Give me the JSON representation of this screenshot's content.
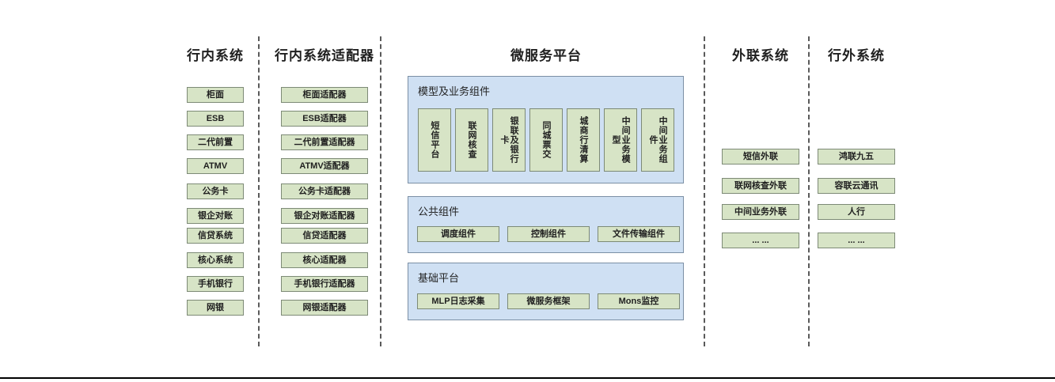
{
  "colors": {
    "node_fill": "#d7e4c6",
    "node_border": "#7d8a76",
    "panel_fill": "#cfe0f3",
    "panel_border": "#7b8fa5",
    "divider": "#5a5a5a",
    "text": "#1f1f1f"
  },
  "columns": [
    {
      "id": "in-bank-systems",
      "title": "行内系统",
      "items": [
        "柜面",
        "ESB",
        "二代前置",
        "ATMV",
        "公务卡",
        "银企对账",
        "信贷系统",
        "核心系统",
        "手机银行",
        "网银"
      ]
    },
    {
      "id": "in-bank-adapters",
      "title": "行内系统适配器",
      "items": [
        "柜面适配器",
        "ESB适配器",
        "二代前置适配器",
        "ATMV适配器",
        "公务卡适配器",
        "银企对账适配器",
        "信贷适配器",
        "核心适配器",
        "手机银行适配器",
        "网银适配器"
      ]
    },
    {
      "id": "microservice-platform",
      "title": "微服务平台"
    },
    {
      "id": "external-link-systems",
      "title": "外联系统",
      "items": [
        "短信外联",
        "联网核查外联",
        "中间业务外联",
        "... ..."
      ]
    },
    {
      "id": "outside-bank-systems",
      "title": "行外系统",
      "items": [
        "鸿联九五",
        "容联云通讯",
        "人行",
        "... ..."
      ]
    }
  ],
  "platform": {
    "panels": [
      {
        "id": "model-business-components",
        "title": "模型及业务组件",
        "orientation": "vertical",
        "items": [
          "短信平台",
          "联网核查",
          "银联及银行卡",
          "同城票交",
          "城商行清算",
          "中间业务模型",
          "中间业务组件"
        ]
      },
      {
        "id": "public-components",
        "title": "公共组件",
        "orientation": "horizontal",
        "items": [
          "调度组件",
          "控制组件",
          "文件传输组件"
        ]
      },
      {
        "id": "base-platform",
        "title": "基础平台",
        "orientation": "horizontal",
        "items": [
          "MLP日志采集",
          "微服务框架",
          "Mons监控"
        ]
      }
    ]
  }
}
